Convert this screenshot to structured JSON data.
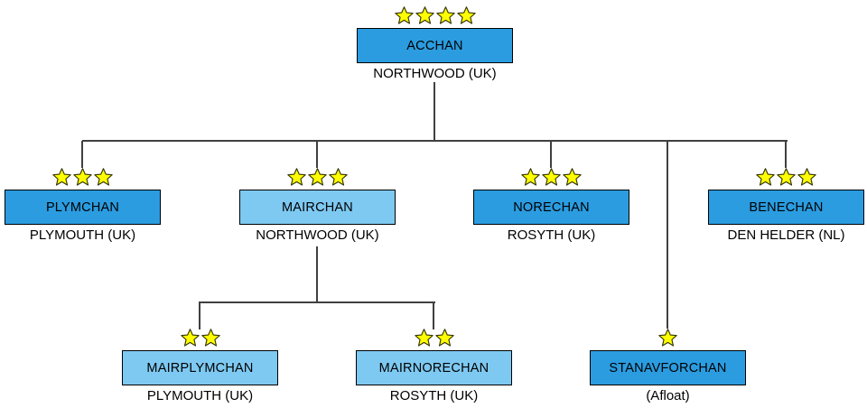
{
  "diagram": {
    "kind": "org-chart",
    "description": "Allied Command Channel organisation chart"
  },
  "colors": {
    "box_dark": "#2b9ce0",
    "box_light": "#7ec9f1",
    "box_border": "#000000",
    "line": "#404040",
    "star_fill": "#ffff00",
    "star_stroke": "#333300",
    "text": "#000000"
  },
  "nodes": [
    {
      "id": "acchan",
      "label": "ACCHAN",
      "sublabel": "NORTHWOOD (UK)",
      "stars": 4,
      "variant": "dark"
    },
    {
      "id": "plymchan",
      "label": "PLYMCHAN",
      "sublabel": "PLYMOUTH (UK)",
      "stars": 3,
      "variant": "dark"
    },
    {
      "id": "mairchan",
      "label": "MAIRCHAN",
      "sublabel": "NORTHWOOD (UK)",
      "stars": 3,
      "variant": "light"
    },
    {
      "id": "norechan",
      "label": "NORECHAN",
      "sublabel": "ROSYTH (UK)",
      "stars": 3,
      "variant": "dark"
    },
    {
      "id": "benechan",
      "label": "BENECHAN",
      "sublabel": "DEN HELDER (NL)",
      "stars": 3,
      "variant": "dark"
    },
    {
      "id": "mairplymchan",
      "label": "MAIRPLYMCHAN",
      "sublabel": "PLYMOUTH (UK)",
      "stars": 2,
      "variant": "light"
    },
    {
      "id": "mairnorechan",
      "label": "MAIRNORECHAN",
      "sublabel": "ROSYTH (UK)",
      "stars": 2,
      "variant": "light"
    },
    {
      "id": "stanavforchan",
      "label": "STANAVFORCHAN",
      "sublabel": "(Afloat)",
      "stars": 1,
      "variant": "dark"
    }
  ],
  "edges": [
    {
      "parent": "ACCHAN",
      "child": "PLYMCHAN"
    },
    {
      "parent": "ACCHAN",
      "child": "MAIRCHAN"
    },
    {
      "parent": "ACCHAN",
      "child": "NORECHAN"
    },
    {
      "parent": "ACCHAN",
      "child": "STANAVFORCHAN"
    },
    {
      "parent": "ACCHAN",
      "child": "BENECHAN"
    },
    {
      "parent": "MAIRCHAN",
      "child": "MAIRPLYMCHAN"
    },
    {
      "parent": "MAIRCHAN",
      "child": "MAIRNORECHAN"
    }
  ]
}
